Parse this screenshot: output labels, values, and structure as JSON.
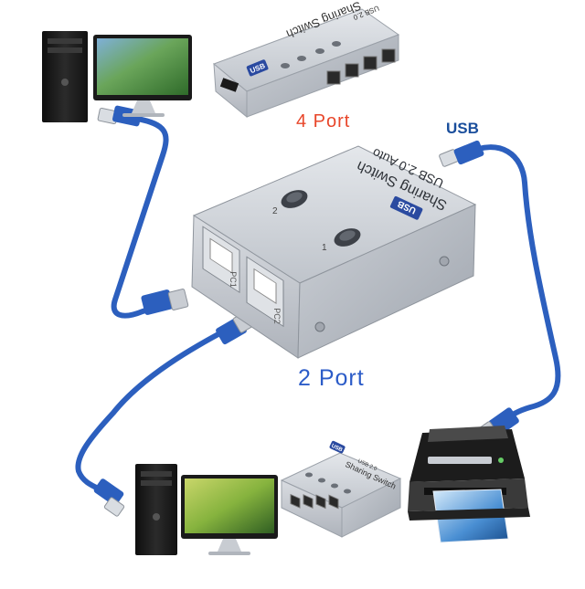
{
  "labels": {
    "four_port": "4 Port",
    "usb": "USB",
    "two_port": "2 Port"
  },
  "device_main": {
    "title_line1": "USB 2.0 Auto",
    "title_line2": "Sharing Switch",
    "port1_label": "PC1",
    "port2_label": "PC2",
    "led1": "1",
    "led2": "2",
    "badge": "USB"
  },
  "device_4port_top": {
    "title": "Sharing Switch",
    "subtitle": "USB 2.0",
    "badge": "USB"
  },
  "device_4port_bottom": {
    "title": "Sharing Switch",
    "subtitle": "USB 2.0",
    "badge": "USB"
  },
  "colors": {
    "cable": "#2c5fbe",
    "device_body": "#c9cdd3",
    "label_orange": "#e8462a",
    "label_blue": "#2c5cc8",
    "usb_label": "#1a4e9c"
  }
}
